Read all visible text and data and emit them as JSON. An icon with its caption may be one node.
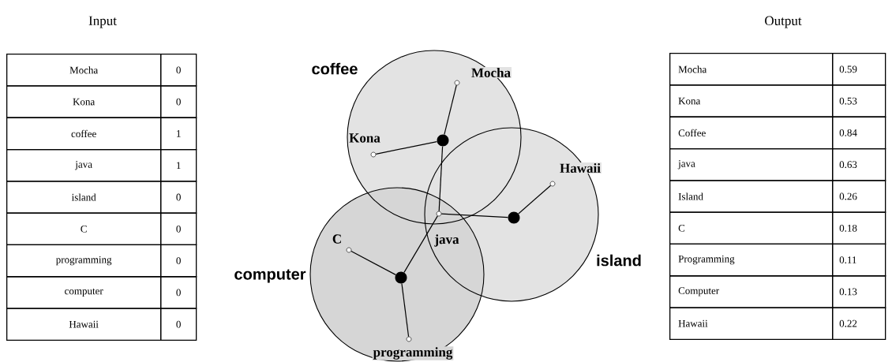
{
  "diagram": {
    "nodes": [
      {
        "text": [
          "coffee"
        ]
      },
      {
        "text": [
          "island"
        ]
      },
      {
        "text": [
          "computer"
        ]
      },
      {
        "text": [],
        "shape": "circle",
        "in": 0
      },
      {
        "text": [],
        "shape": "circle",
        "in": 1
      },
      {
        "text": [],
        "shape": "circle",
        "in": 2
      },
      {
        "text": [
          "Mocha"
        ],
        "in": 0
      },
      {
        "text": [
          "Kona"
        ],
        "in": 0
      },
      {
        "text": [
          "java"
        ]
      },
      {
        "text": [
          "Hawaii"
        ],
        "in": 1
      },
      {
        "text": [
          "C"
        ],
        "in": 2
      },
      {
        "text": [
          "programming"
        ],
        "in": 2
      }
    ],
    "edges": [
      {
        "from": 6,
        "to": 3,
        "arrow": "none"
      },
      {
        "from": 7,
        "to": 3,
        "arrow": "none"
      },
      {
        "from": 8,
        "to": 3,
        "arrow": "none"
      },
      {
        "from": 8,
        "to": 4,
        "arrow": "none"
      },
      {
        "from": 9,
        "to": 4,
        "arrow": "none"
      },
      {
        "from": 8,
        "to": 5,
        "arrow": "none"
      },
      {
        "from": 10,
        "to": 5,
        "arrow": "none"
      },
      {
        "from": 11,
        "to": 5,
        "arrow": "none"
      }
    ],
    "labels": [
      "Input",
      "Mocha",
      "0",
      "Kona",
      "0",
      "coffee",
      "1",
      "java",
      "1",
      "island",
      "0",
      "C",
      "0",
      "programming",
      "0",
      "computer",
      "0",
      "Hawaii",
      "0",
      "Output",
      "Mocha",
      "0.59",
      "Kona",
      "0.53",
      "Coffee",
      "0.84",
      "java",
      "0.63",
      "Island",
      "0.26",
      "C",
      "0.18",
      "Programming",
      "0.11",
      "Computer",
      "0.13",
      "Hawaii",
      "0.22"
    ]
  }
}
